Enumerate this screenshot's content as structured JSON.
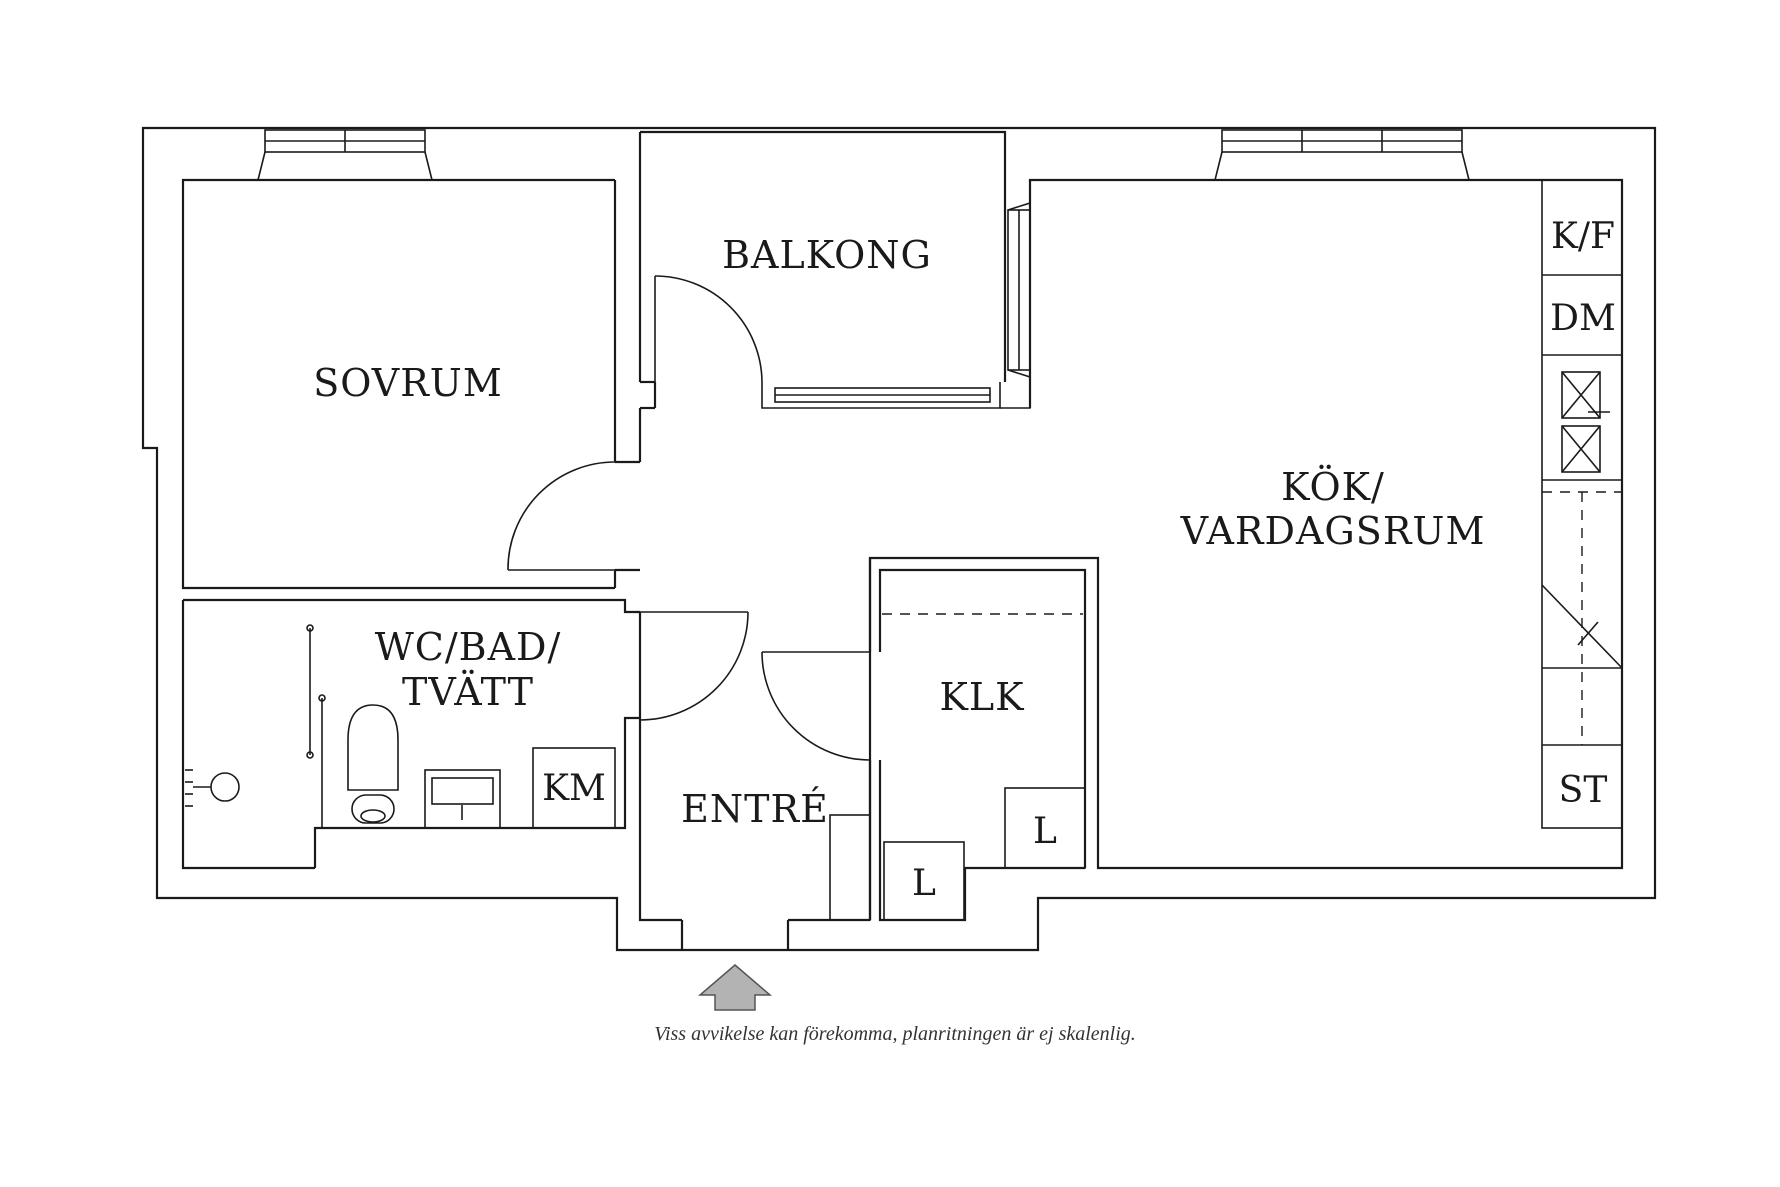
{
  "rooms": {
    "sovrum": "SOVRUM",
    "balkong": "BALKONG",
    "kok_line1": "KÖK/",
    "kok_line2": "VARDAGSRUM",
    "wc_line1": "WC/BAD/",
    "wc_line2": "TVÄTT",
    "klk": "KLK",
    "entre": "ENTRÉ"
  },
  "fixtures": {
    "kf": "K/F",
    "dm": "DM",
    "st": "ST",
    "km": "KM",
    "l1": "L",
    "l2": "L"
  },
  "note": "Viss avvikelse kan förekomma, planritningen är ej skalenlig.",
  "colors": {
    "line": "#1a1a1a",
    "arrow_fill": "#b3b3b3",
    "arrow_stroke": "#555555"
  },
  "icons": {
    "entrance": "up-arrow-icon"
  }
}
